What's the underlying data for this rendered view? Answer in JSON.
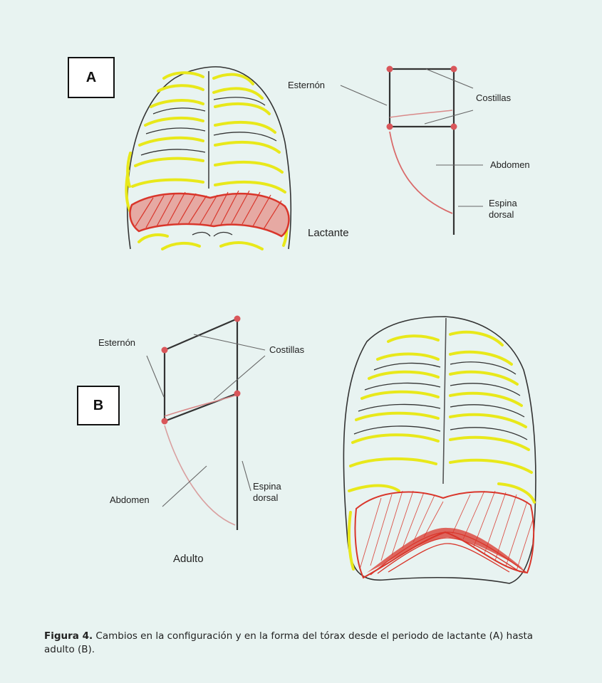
{
  "panels": {
    "a": {
      "label": "A",
      "stage": "Lactante",
      "labels": {
        "sternum": "Esternón",
        "ribs": "Costillas",
        "abdomen": "Abdomen",
        "spine_1": "Espina",
        "spine_2": "dorsal"
      }
    },
    "b": {
      "label": "B",
      "stage": "Adulto",
      "labels": {
        "sternum": "Esternón",
        "ribs": "Costillas",
        "abdomen": "Abdomen",
        "spine_1": "Espina",
        "spine_2": "dorsal"
      }
    }
  },
  "caption": {
    "prefix": "Figura 4.",
    "text": " Cambios en la configuración y en la forma del tórax desde el periodo de lactante (A) hasta adulto (B)."
  },
  "colors": {
    "background": "#e8f3f1",
    "rib_yellow": "#e8e81a",
    "diaphragm_red": "#d9362b",
    "point_red": "#d9565a",
    "line_dark": "#333333"
  }
}
